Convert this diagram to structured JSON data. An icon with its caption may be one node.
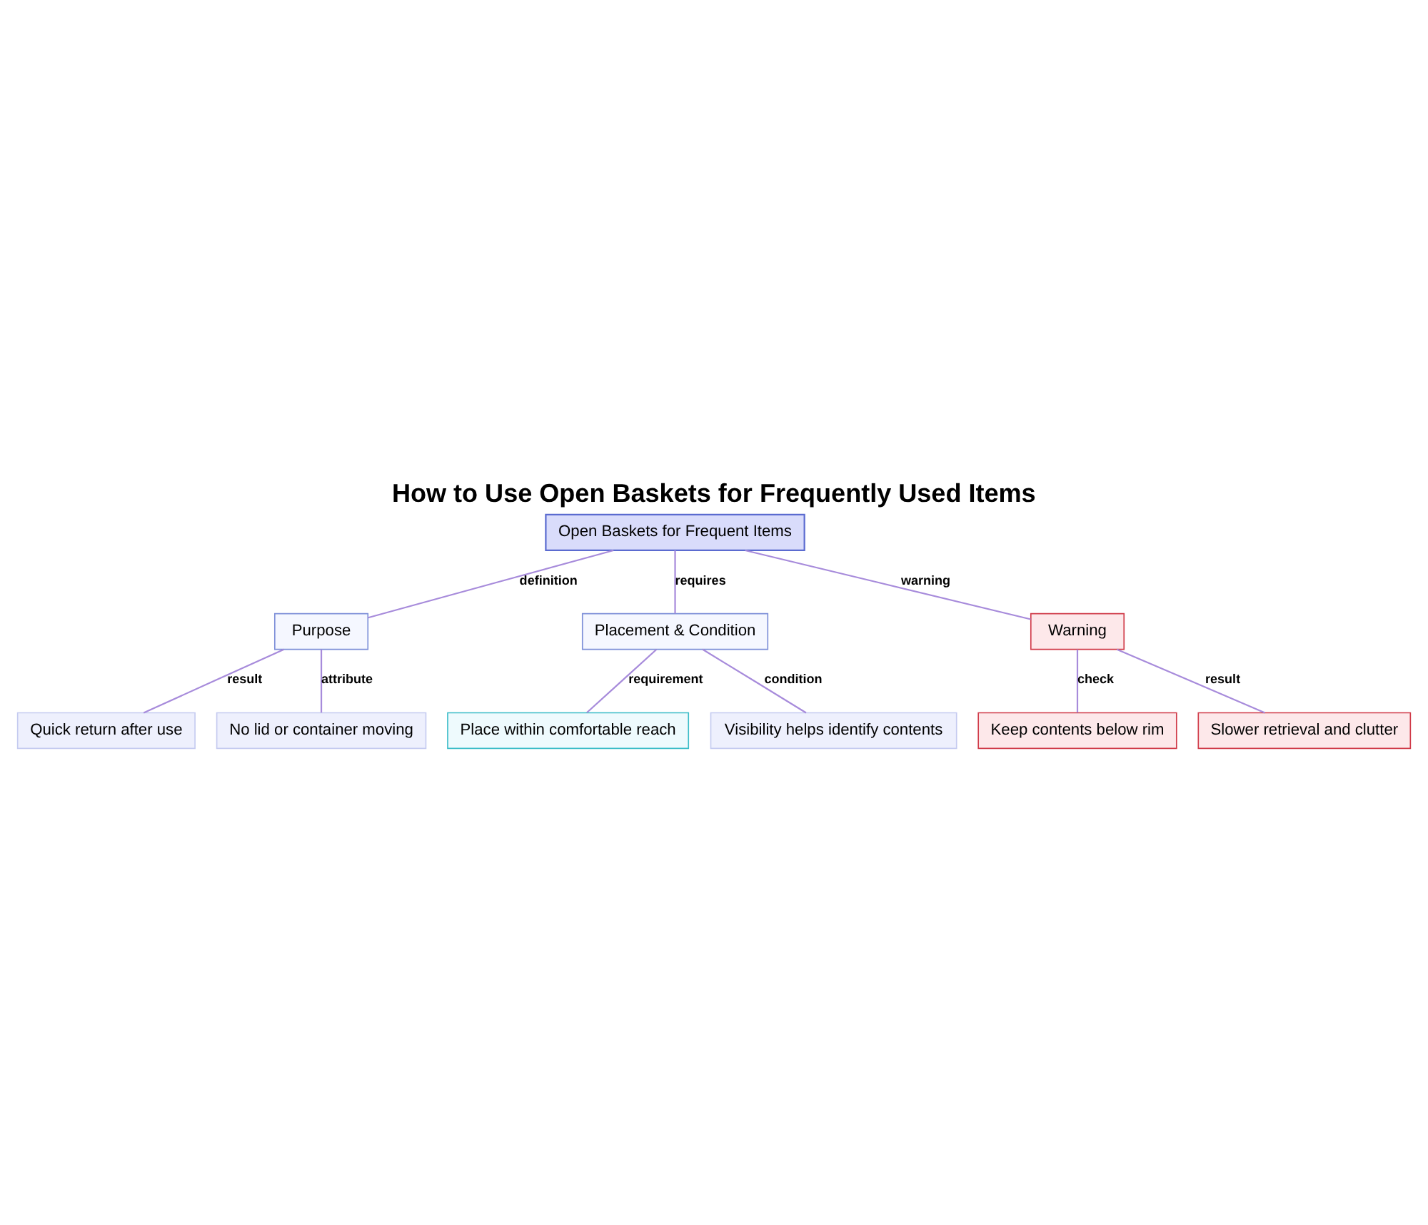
{
  "diagram": {
    "title": "How to Use Open Baskets for Frequently Used Items",
    "nodes": [
      {
        "text": [
          "Open Baskets for Frequent Items"
        ]
      },
      {
        "text": [
          "Purpose"
        ]
      },
      {
        "text": [
          "Placement & Condition"
        ]
      },
      {
        "text": [
          "Warning"
        ]
      },
      {
        "text": [
          "Quick return after use"
        ]
      },
      {
        "text": [
          "No lid or container moving"
        ]
      },
      {
        "text": [
          "Place within comfortable reach"
        ]
      },
      {
        "text": [
          "Visibility helps identify contents"
        ]
      },
      {
        "text": [
          "Keep contents below rim"
        ]
      },
      {
        "text": [
          "Slower retrieval and clutter"
        ]
      }
    ],
    "edges": [
      {
        "from": 0,
        "to": 1,
        "arrow": "none",
        "label": "definition"
      },
      {
        "from": 0,
        "to": 2,
        "arrow": "none",
        "label": "requires"
      },
      {
        "from": 0,
        "to": 3,
        "arrow": "none",
        "label": "warning"
      },
      {
        "from": 1,
        "to": 4,
        "arrow": "none",
        "label": "result"
      },
      {
        "from": 1,
        "to": 5,
        "arrow": "none",
        "label": "attribute"
      },
      {
        "from": 2,
        "to": 6,
        "arrow": "none",
        "label": "requirement"
      },
      {
        "from": 2,
        "to": 7,
        "arrow": "none",
        "label": "condition"
      },
      {
        "from": 3,
        "to": 8,
        "arrow": "none",
        "label": "check"
      },
      {
        "from": 3,
        "to": 9,
        "arrow": "none",
        "label": "result"
      }
    ]
  }
}
